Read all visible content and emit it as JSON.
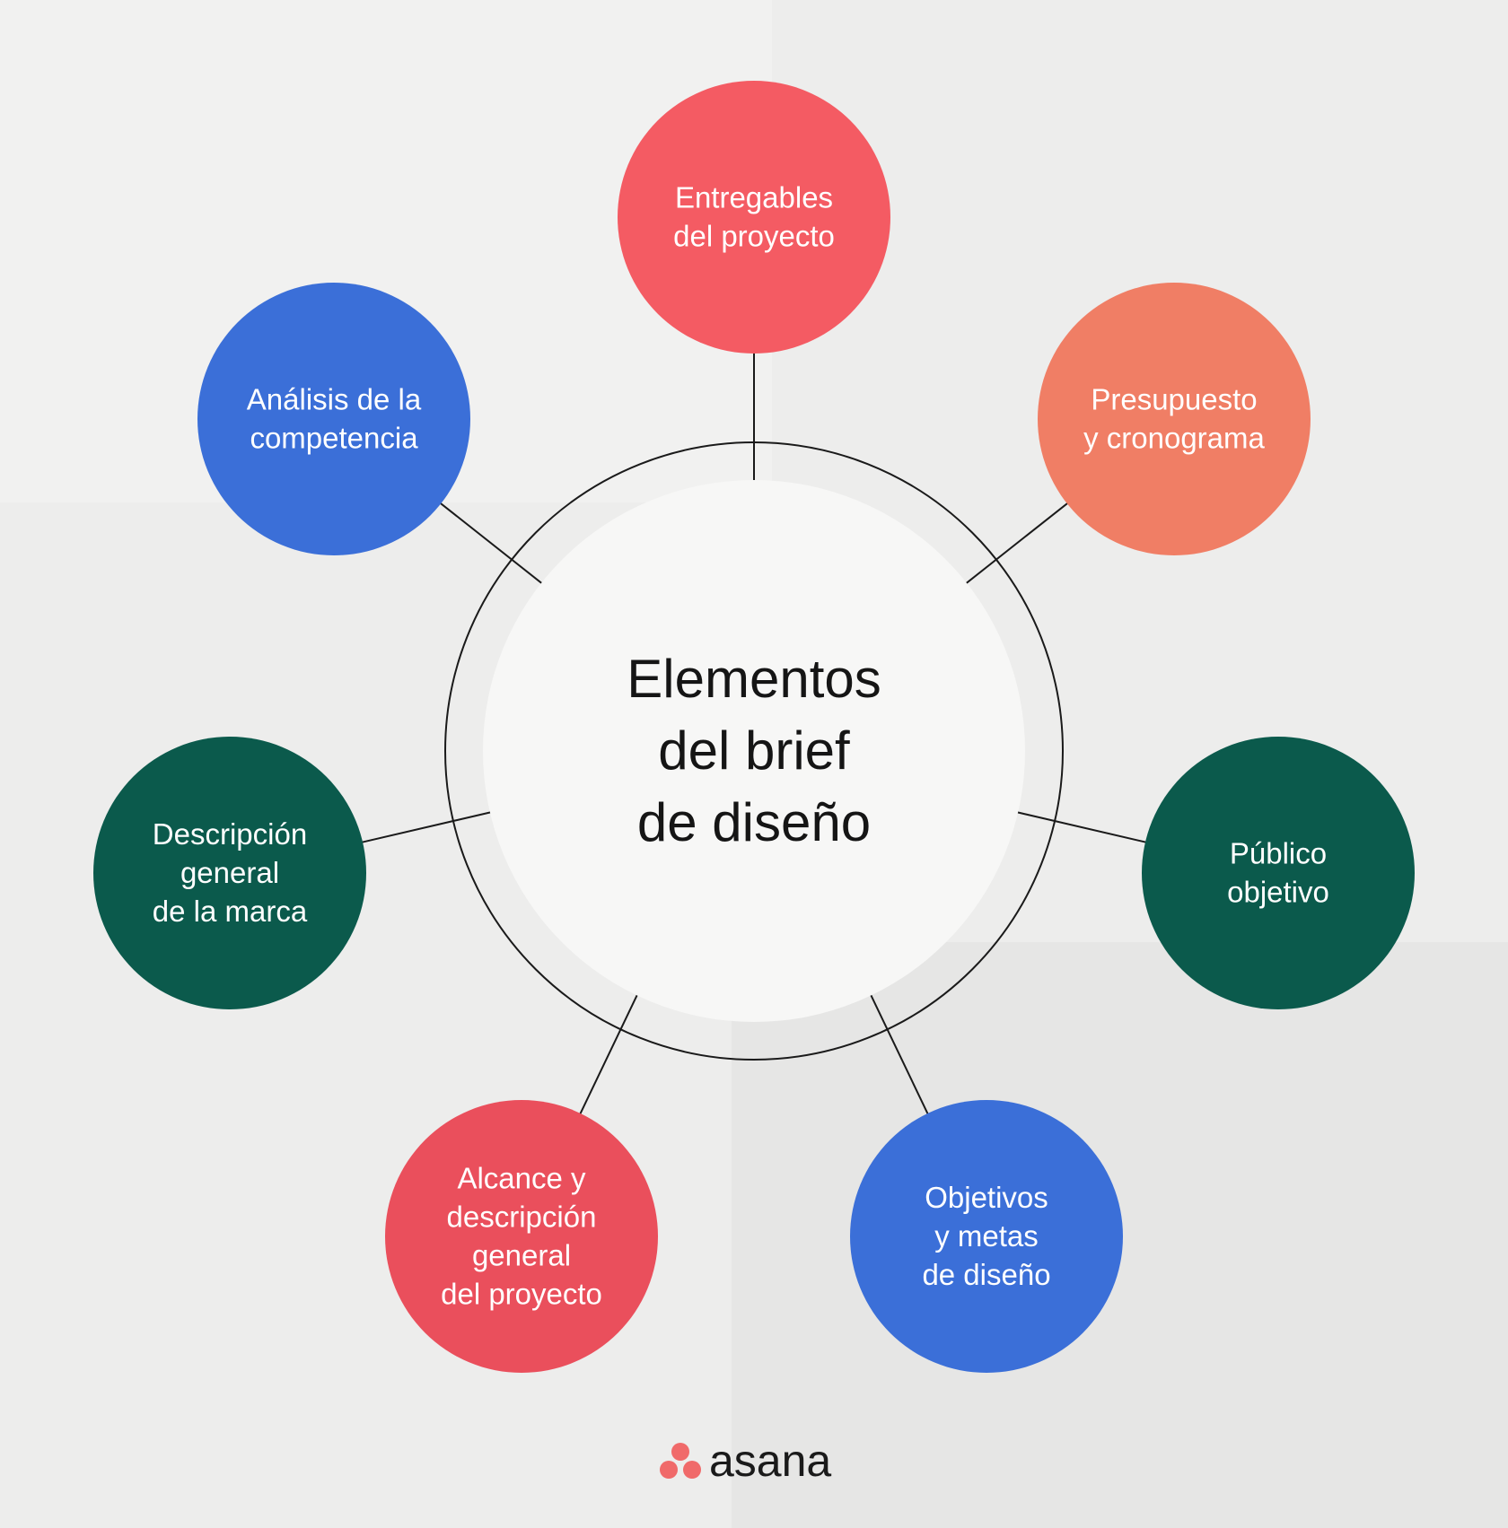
{
  "center": {
    "lines": [
      "Elementos",
      "del brief",
      "de diseño"
    ]
  },
  "nodes": [
    {
      "id": "entregables",
      "lines": [
        "Entregables",
        "del proyecto"
      ],
      "color": "#f45b63"
    },
    {
      "id": "presupuesto",
      "lines": [
        "Presupuesto",
        "y cronograma"
      ],
      "color": "#f07e65"
    },
    {
      "id": "publico",
      "lines": [
        "Público",
        "objetivo"
      ],
      "color": "#0b5a4c"
    },
    {
      "id": "objetivos",
      "lines": [
        "Objetivos",
        "y metas",
        "de diseño"
      ],
      "color": "#3b6fd8"
    },
    {
      "id": "alcance",
      "lines": [
        "Alcance y",
        "descripción",
        "general",
        "del proyecto"
      ],
      "color": "#ea4f5c"
    },
    {
      "id": "descripcion-marca",
      "lines": [
        "Descripción",
        "general",
        "de la marca"
      ],
      "color": "#0b5a4c"
    },
    {
      "id": "analisis",
      "lines": [
        "Análisis de la",
        "competencia"
      ],
      "color": "#3b6fd8"
    }
  ],
  "logo": {
    "text": "asana",
    "dot_color": "#f06a6a"
  }
}
